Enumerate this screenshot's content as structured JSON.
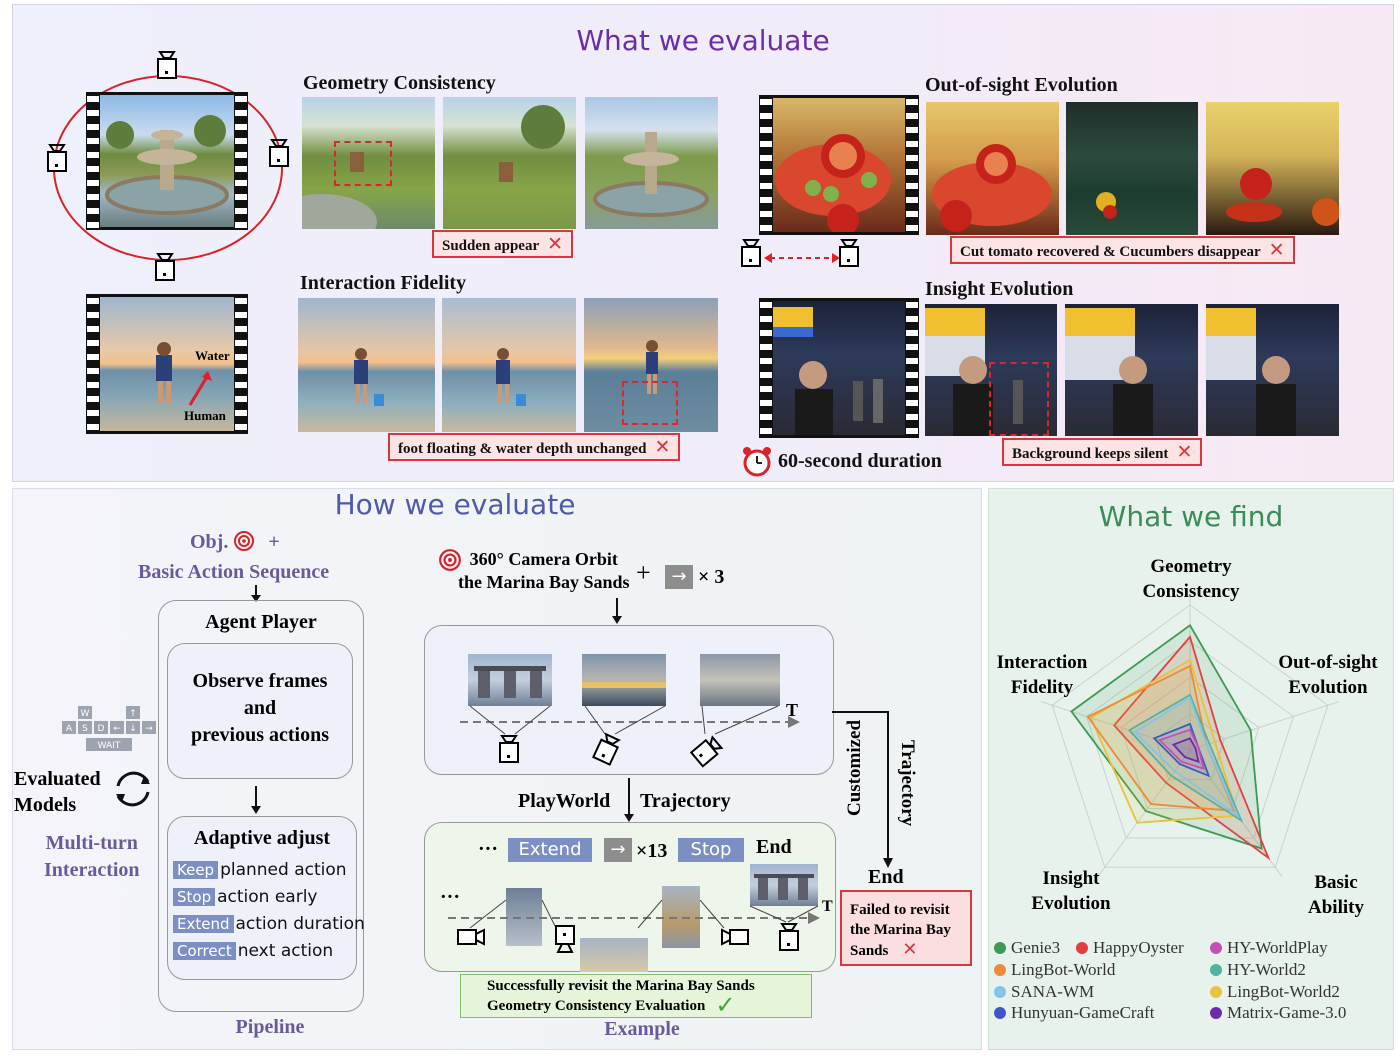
{
  "top": {
    "title": "What we evaluate",
    "geometry_title": "Geometry Consistency",
    "geometry_caption": "Sudden appear",
    "interaction_title": "Interaction Fidelity",
    "interaction_caption": "foot floating & water depth unchanged",
    "water_label": "Water",
    "human_label": "Human",
    "outofsight_title": "Out-of-sight Evolution",
    "outofsight_caption": "Cut tomato recovered & Cucumbers disappear",
    "insight_title": "Insight Evolution",
    "insight_caption": "Background keeps silent",
    "duration": "60-second duration",
    "cross": "✕"
  },
  "how": {
    "title": "How we evaluate",
    "obj": "Obj.",
    "plus": "+",
    "basic_seq": "Basic Action Sequence",
    "agent_player": "Agent Player",
    "observe_1": "Observe frames",
    "observe_2": "and",
    "observe_3": "previous actions",
    "adaptive": "Adaptive adjust",
    "adjust": [
      {
        "key": "Keep",
        "text": "planned action"
      },
      {
        "key": "Stop",
        "text": "action early"
      },
      {
        "key": "Extend",
        "text": "action duration"
      },
      {
        "key": "Correct",
        "text": "next action"
      }
    ],
    "keys": [
      "W",
      "A",
      "S",
      "D",
      "↑",
      "←",
      "↓",
      "→",
      "WAIT"
    ],
    "evaluated_1": "Evaluated",
    "evaluated_2": "Models",
    "multi_1": "Multi-turn",
    "multi_2": "Interaction",
    "pipeline": "Pipeline",
    "task_1": "360° Camera Orbit",
    "task_2": "the Marina Bay Sands",
    "task_plus": "+",
    "task_arrow": "→",
    "task_times": "× 3",
    "t_label": "T",
    "playworld": "PlayWorld",
    "trajectory": "Trajectory",
    "customized": "Customized",
    "traj_vertical": "Trajectory",
    "dots": "···",
    "extend": "Extend",
    "arrow_key": "→",
    "times13": "×13",
    "stop": "Stop",
    "end_top": "End",
    "end_right": "End",
    "failed_1": "Failed to revisit",
    "failed_2": "the Marina Bay",
    "failed_3": "Sands",
    "success_1": "Successfully revisit the Marina Bay Sands",
    "success_2": "Geometry Consistency Evaluation",
    "check": "✓",
    "example": "Example"
  },
  "find": {
    "title": "What we find",
    "axes": [
      "Geometry Consistency",
      "Out-of-sight Evolution",
      "Basic Ability",
      "Insight Evolution",
      "Interaction Fidelity"
    ],
    "legend": [
      {
        "name": "Genie3",
        "color": "#3d9a52"
      },
      {
        "name": "HappyOyster",
        "color": "#e0403f"
      },
      {
        "name": "HY-WorldPlay",
        "color": "#c64fb4"
      },
      {
        "name": "LingBot-World",
        "color": "#ef8a3a"
      },
      {
        "name": "HY-World2",
        "color": "#52b3a0"
      },
      {
        "name": "SANA-WM",
        "color": "#86c3ea"
      },
      {
        "name": "LingBot-World2",
        "color": "#e8c23a"
      },
      {
        "name": "Hunyuan-GameCraft",
        "color": "#3e56c9"
      },
      {
        "name": "Matrix-Game-3.0",
        "color": "#6e2aa8"
      }
    ]
  },
  "chart_data": {
    "type": "radar",
    "axes": [
      "Geometry Consistency",
      "Out-of-sight Evolution",
      "Basic Ability",
      "Insight Evolution",
      "Interaction Fidelity"
    ],
    "series": [
      {
        "name": "Genie3",
        "color": "#3d9a52",
        "values": [
          0.86,
          0.44,
          0.84,
          0.52,
          0.86
        ]
      },
      {
        "name": "HappyOyster",
        "color": "#e0403f",
        "values": [
          0.78,
          0.22,
          0.92,
          0.28,
          0.55
        ]
      },
      {
        "name": "LingBot-World2",
        "color": "#e8c23a",
        "values": [
          0.62,
          0.18,
          0.56,
          0.62,
          0.72
        ]
      },
      {
        "name": "LingBot-World",
        "color": "#ef8a3a",
        "values": [
          0.58,
          0.12,
          0.52,
          0.46,
          0.74
        ]
      },
      {
        "name": "HY-World2",
        "color": "#52b3a0",
        "values": [
          0.38,
          0.14,
          0.6,
          0.22,
          0.44
        ]
      },
      {
        "name": "SANA-WM",
        "color": "#86c3ea",
        "values": [
          0.36,
          0.12,
          0.56,
          0.18,
          0.4
        ]
      },
      {
        "name": "Hunyuan-GameCraft",
        "color": "#3e56c9",
        "values": [
          0.18,
          0.06,
          0.22,
          0.12,
          0.26
        ]
      },
      {
        "name": "HY-WorldPlay",
        "color": "#c64fb4",
        "values": [
          0.14,
          0.06,
          0.16,
          0.1,
          0.22
        ]
      },
      {
        "name": "Matrix-Game-3.0",
        "color": "#6e2aa8",
        "values": [
          0.08,
          0.04,
          0.1,
          0.06,
          0.12
        ]
      }
    ]
  }
}
